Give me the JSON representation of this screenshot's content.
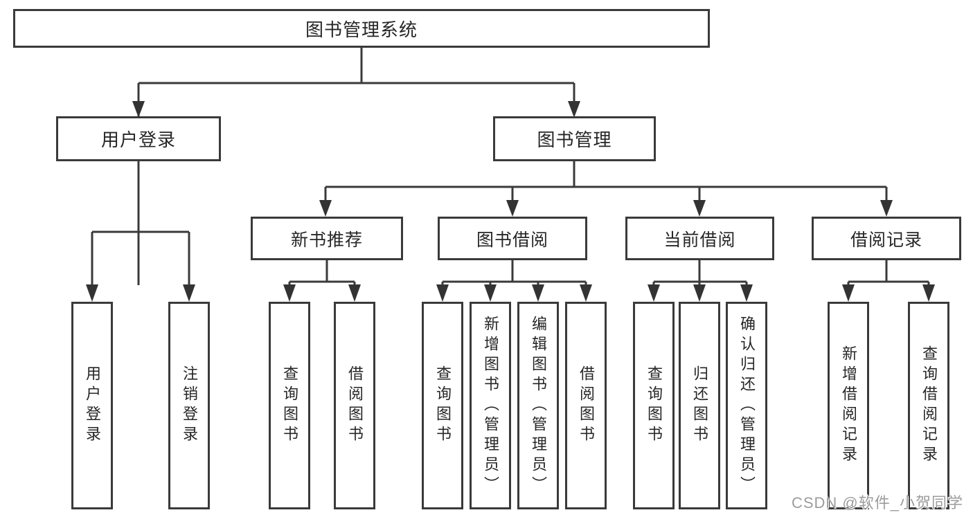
{
  "colors": {
    "line": "#3a3a3a",
    "box_border": "#3a3a3a",
    "text": "#262626",
    "background": "#ffffff",
    "watermark_text": "#9c9c9c"
  },
  "watermark": {
    "text": "CSDN @软件_小贺同学"
  },
  "tree": {
    "root": {
      "label": "图书管理系统",
      "children": [
        {
          "label": "用户登录",
          "children": [
            {
              "label": "用户登录"
            },
            {
              "label": "注销登录"
            }
          ]
        },
        {
          "label": "图书管理",
          "children": [
            {
              "label": "新书推荐",
              "children": [
                {
                  "label": "查询图书"
                },
                {
                  "label": "借阅图书"
                }
              ]
            },
            {
              "label": "图书借阅",
              "children": [
                {
                  "label": "查询图书"
                },
                {
                  "label": "新增图书（管理员）"
                },
                {
                  "label": "编辑图书（管理员）"
                },
                {
                  "label": "借阅图书"
                }
              ]
            },
            {
              "label": "当前借阅",
              "children": [
                {
                  "label": "查询图书"
                },
                {
                  "label": "归还图书"
                },
                {
                  "label": "确认归还（管理员）"
                }
              ]
            },
            {
              "label": "借阅记录",
              "children": [
                {
                  "label": "新增借阅记录"
                },
                {
                  "label": "查询借阅记录"
                }
              ]
            }
          ]
        }
      ]
    }
  }
}
